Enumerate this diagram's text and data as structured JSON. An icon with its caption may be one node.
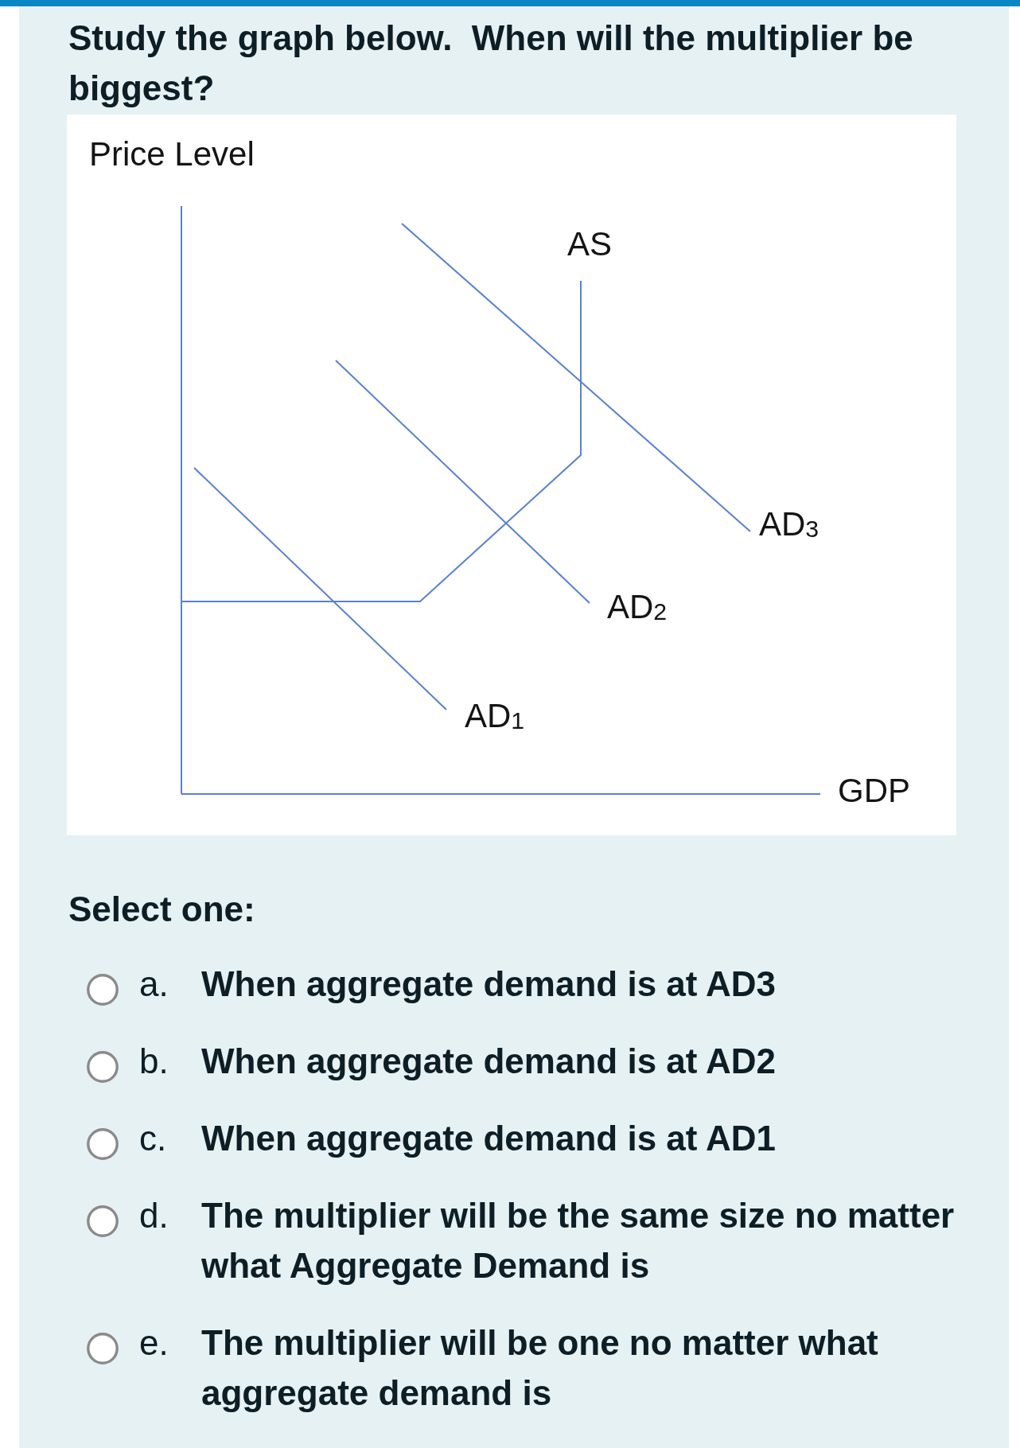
{
  "diagram": {
    "title": "Study the graph below.  When will the multiplier be biggest?",
    "labels": [
      "Price Level",
      "AS",
      "AD$_{3}$",
      "AD$_{2}$",
      "AD$_{1}$",
      "GDP",
      "Select one:",
      "a.",
      "When aggregate demand is at AD3",
      "b.",
      "When aggregate demand is at AD2",
      "c.",
      "When aggregate demand is at AD1",
      "d.",
      "The multiplier will be the same size no matter what Aggregate Demand is",
      "e.",
      "The multiplier will be one no matter what aggregate demand is"
    ]
  }
}
